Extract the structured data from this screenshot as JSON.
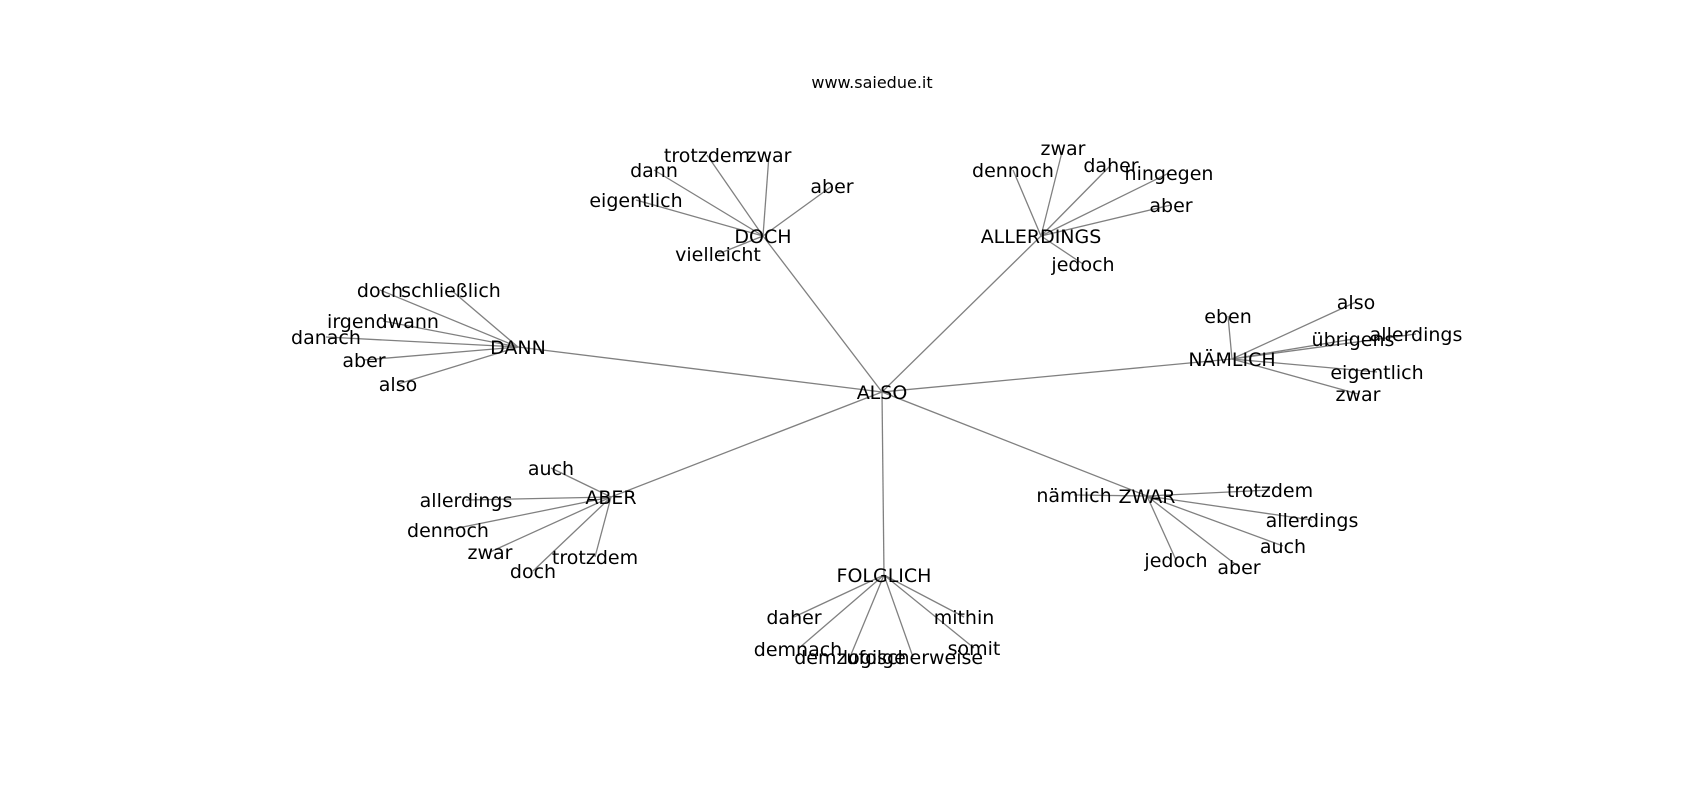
{
  "title": "www.saiedue.it",
  "graph": {
    "root": "ALSO",
    "branches": [
      {
        "label": "DOCH",
        "leaves": [
          "trotzdem",
          "zwar",
          "dann",
          "eigentlich",
          "aber",
          "vielleicht"
        ]
      },
      {
        "label": "ALLERDINGS",
        "leaves": [
          "zwar",
          "dennoch",
          "daher",
          "hingegen",
          "aber",
          "jedoch"
        ]
      },
      {
        "label": "DANN",
        "leaves": [
          "doch",
          "schließlich",
          "irgendwann",
          "danach",
          "aber",
          "also"
        ]
      },
      {
        "label": "NÄMLICH",
        "leaves": [
          "eben",
          "also",
          "übrigens",
          "allerdings",
          "eigentlich",
          "zwar"
        ]
      },
      {
        "label": "ABER",
        "leaves": [
          "auch",
          "allerdings",
          "dennoch",
          "zwar",
          "doch",
          "trotzdem"
        ]
      },
      {
        "label": "FOLGLICH",
        "leaves": [
          "daher",
          "mithin",
          "demnach",
          "somit",
          "demzufolge",
          "logischerweise"
        ]
      },
      {
        "label": "ZWAR",
        "leaves": [
          "nämlich",
          "trotzdem",
          "allerdings",
          "auch",
          "jedoch",
          "aber"
        ]
      }
    ]
  }
}
